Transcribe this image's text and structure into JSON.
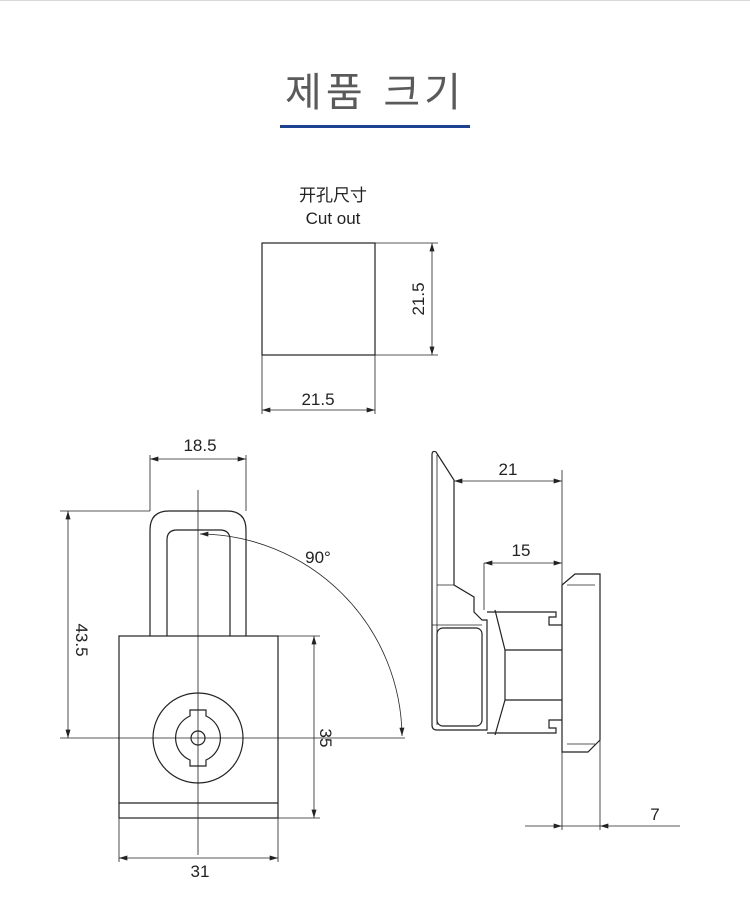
{
  "header": {
    "title": "제품 크기",
    "accent_color": "#1d4290"
  },
  "cutout": {
    "label_cn": "开孔尺寸",
    "label_en": "Cut out",
    "width": "21.5",
    "height": "21.5"
  },
  "front_view": {
    "shackle_width": "18.5",
    "height": "43.5",
    "body_height": "35",
    "body_width": "31",
    "rotation": "90°"
  },
  "side_view": {
    "depth_total": "21",
    "depth_body": "15",
    "knob_thickness": "7"
  }
}
